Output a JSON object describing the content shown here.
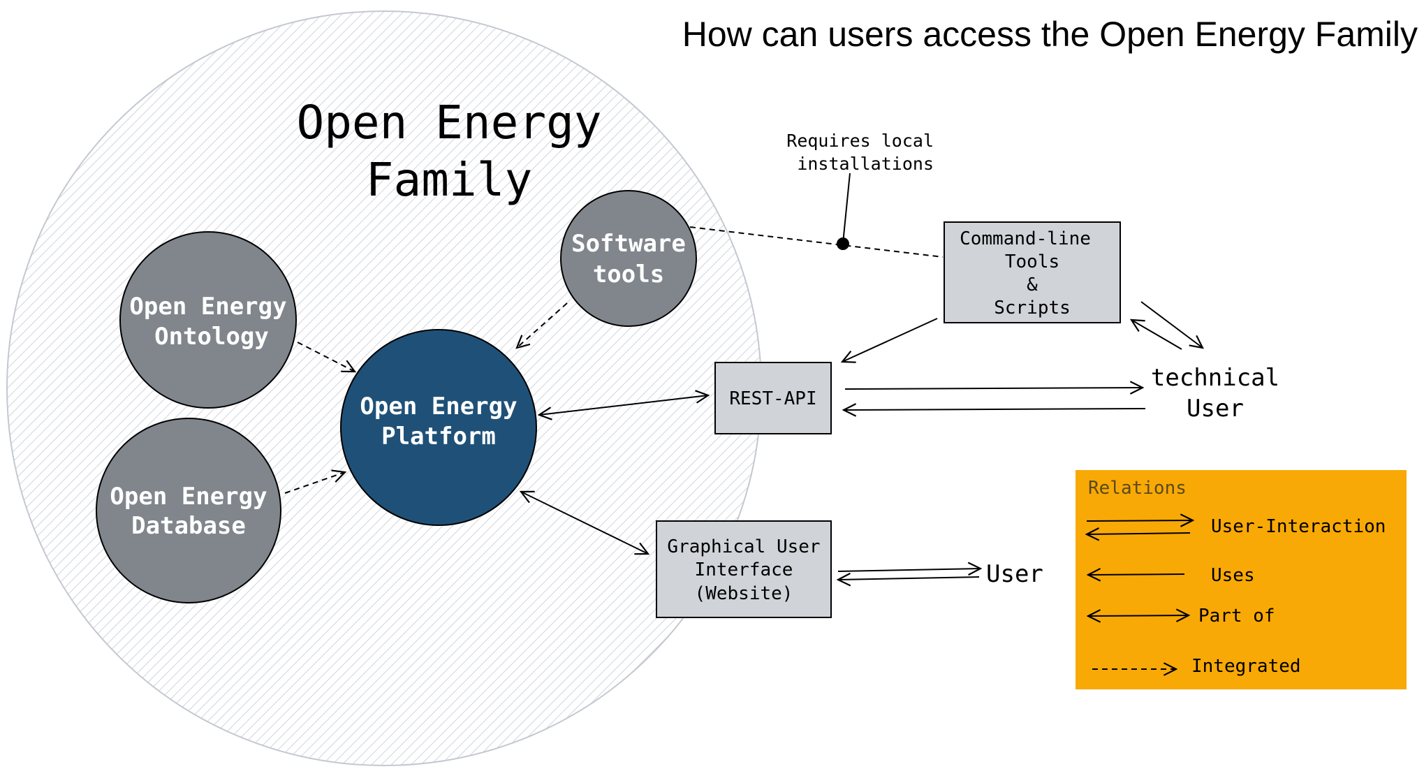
{
  "title": "How can users access the Open Energy Family",
  "family": {
    "label_line1": "Open Energy",
    "label_line2": "Family"
  },
  "nodes": {
    "ontology": {
      "line1": "Open Energy",
      "line2": "Ontology"
    },
    "database": {
      "line1": "Open Energy",
      "line2": "Database"
    },
    "software": {
      "line1": "Software",
      "line2": "tools"
    },
    "platform": {
      "line1": "Open Energy",
      "line2": "Platform"
    },
    "cli": {
      "line1": "Command-line",
      "line2": "Tools",
      "line3": "&",
      "line4": "Scripts"
    },
    "rest": {
      "line1": "REST-API"
    },
    "gui": {
      "line1": "Graphical User",
      "line2": "Interface",
      "line3": "(Website)"
    },
    "tech_user": {
      "line1": "technical",
      "line2": "User"
    },
    "user": {
      "line1": "User"
    }
  },
  "note": {
    "line1": "Requires local",
    "line2": "installations"
  },
  "legend": {
    "title": "Relations",
    "items": [
      "User-Interaction",
      "Uses",
      "Part of",
      "Integrated"
    ]
  },
  "colors": {
    "platform": "#1f5178",
    "satellite": "#80868c",
    "box": "#d0d3d8",
    "legend": "#f9a906",
    "hatch": "#cfd4dc"
  }
}
